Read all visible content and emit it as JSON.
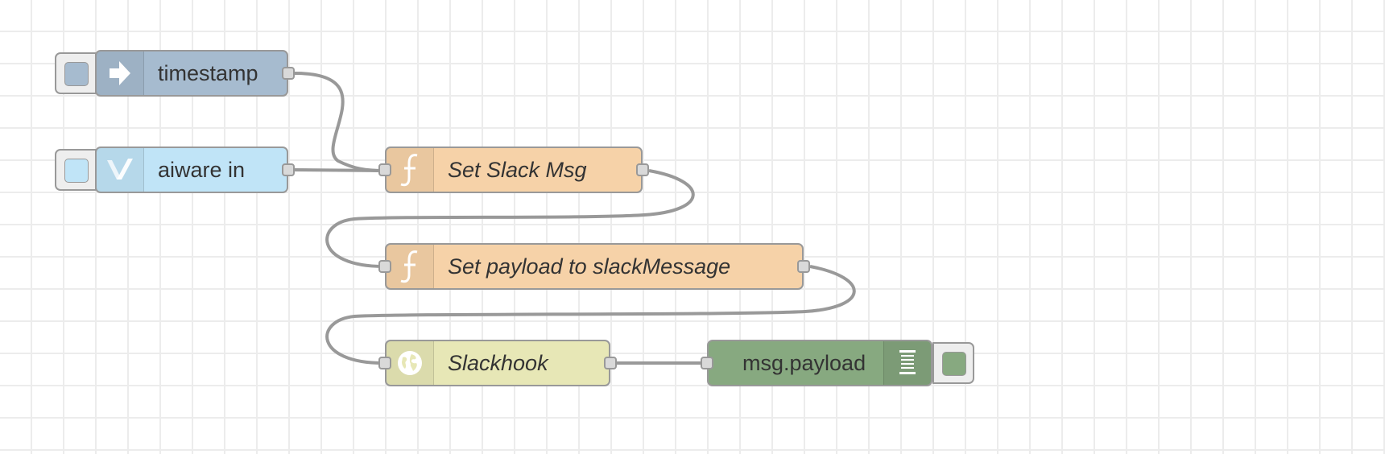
{
  "flow": {
    "nodes": [
      {
        "id": "timestamp",
        "label": "timestamp",
        "type": "inject",
        "icon": "arrow-in-icon",
        "color": "#a6bbcf",
        "italic": false
      },
      {
        "id": "aiware-in",
        "label": "aiware in",
        "type": "aiware",
        "icon": "aiware-logo-icon",
        "color": "#c0e4f7",
        "italic": false
      },
      {
        "id": "set-slack-msg",
        "label": "Set Slack Msg",
        "type": "function",
        "icon": "function-icon",
        "color": "#f6d2a8",
        "italic": true
      },
      {
        "id": "set-payload",
        "label": "Set payload to slackMessage",
        "type": "function",
        "icon": "function-icon",
        "color": "#f6d2a8",
        "italic": true
      },
      {
        "id": "slackhook",
        "label": "Slackhook",
        "type": "http request",
        "icon": "globe-icon",
        "color": "#e7e7b6",
        "italic": true
      },
      {
        "id": "msg-payload",
        "label": "msg.payload",
        "type": "debug",
        "icon": "debug-list-icon",
        "color": "#87a980",
        "italic": false
      }
    ],
    "wires": [
      {
        "from": "timestamp",
        "to": "set-slack-msg"
      },
      {
        "from": "aiware-in",
        "to": "set-slack-msg"
      },
      {
        "from": "set-slack-msg",
        "to": "set-payload"
      },
      {
        "from": "set-payload",
        "to": "slackhook"
      },
      {
        "from": "slackhook",
        "to": "msg-payload"
      }
    ],
    "colors": {
      "canvas_bg": "#ffffff",
      "grid_line": "#ececec",
      "wire": "#999999",
      "node_border": "#999999",
      "port_fill": "#d9d9d9"
    }
  }
}
